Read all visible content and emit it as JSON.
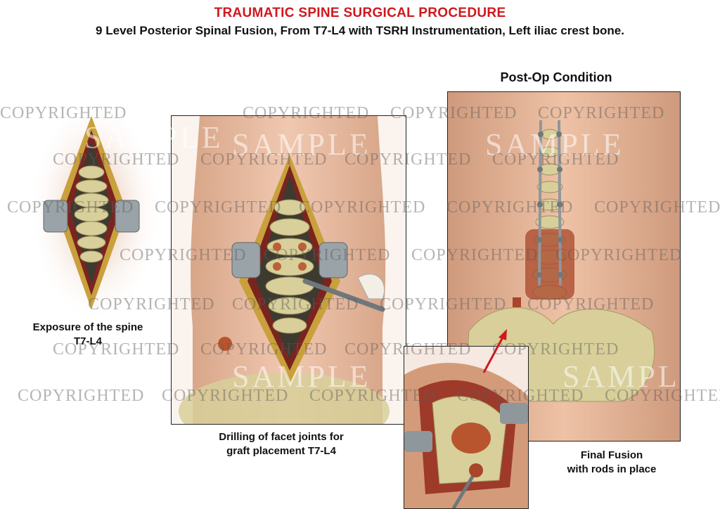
{
  "header": {
    "title": "TRAUMATIC SPINE SURGICAL PROCEDURE",
    "subtitle": "9 Level Posterior Spinal Fusion, From T7-L4 with TSRH Instrumentation, Left iliac crest bone."
  },
  "panels": {
    "postop_title": "Post-Op Condition",
    "exposure_caption_line1": "Exposure of the spine",
    "exposure_caption_line2": "T7-L4",
    "drilling_caption_line1": "Drilling of facet joints for",
    "drilling_caption_line2": "graft placement T7-L4",
    "fusion_caption_line1": "Final Fusion",
    "fusion_caption_line2": "with rods in place"
  },
  "watermark": {
    "copyright_text": "COPYRIGHTED",
    "sample_text": "SAMPLE"
  },
  "colors": {
    "title_red": "#d0181e",
    "skin": "#e6b79c",
    "bone": "#d8cf9a",
    "tissue_red": "#8b2a22",
    "metal": "#9aa3a8"
  }
}
